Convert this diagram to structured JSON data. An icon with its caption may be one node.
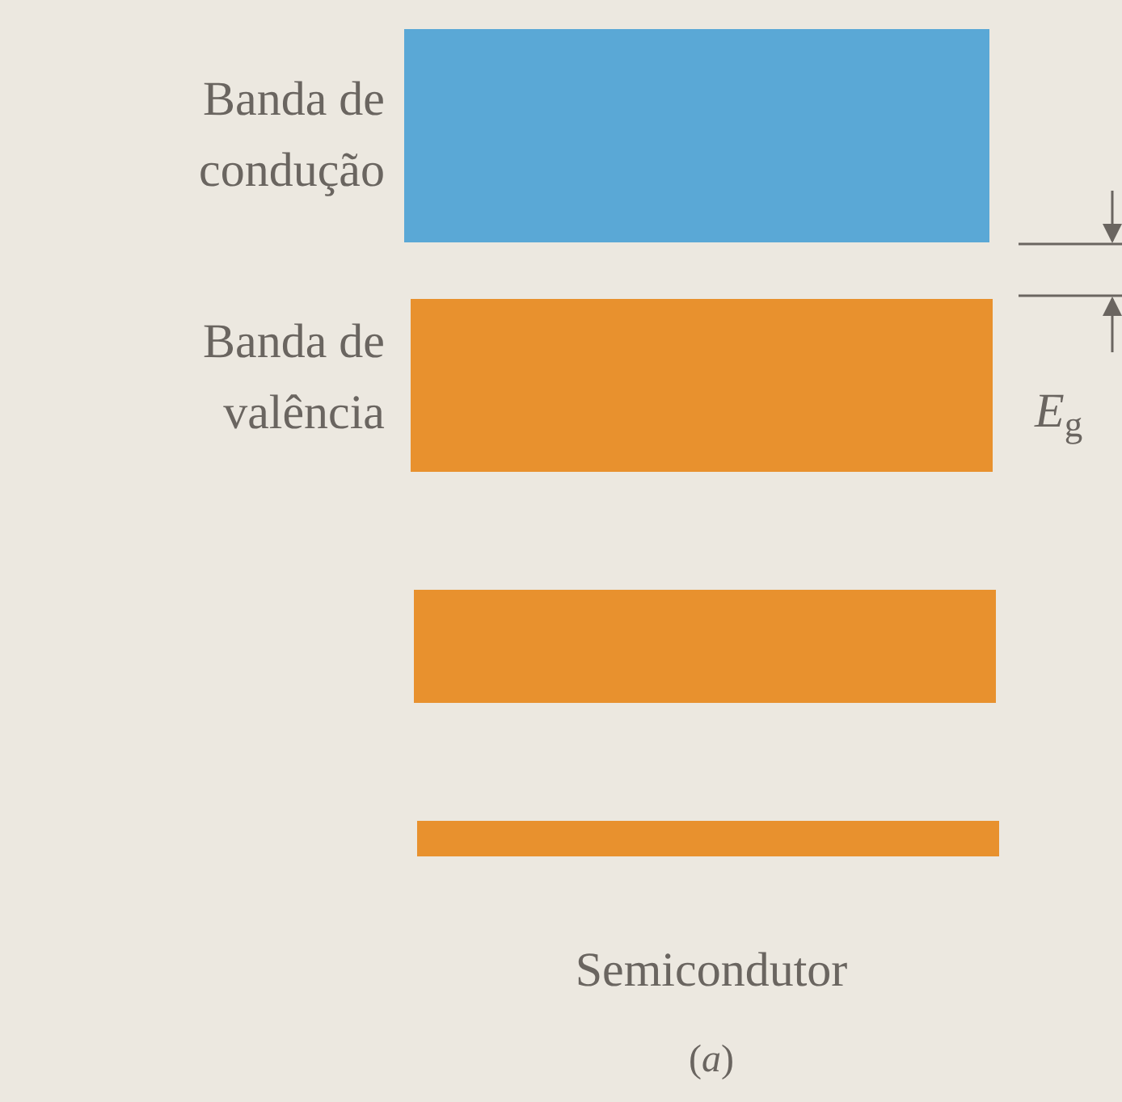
{
  "diagram": {
    "nodes": [
      {
        "text": [],
        "shape": "bar",
        "beside": [
          "Banda de condução"
        ]
      },
      {
        "text": [],
        "shape": "bar",
        "beside": [
          "Banda de valência"
        ]
      },
      {
        "text": [],
        "shape": "bar"
      },
      {
        "text": [],
        "shape": "bar"
      }
    ],
    "labels": [
      "*E*$_{g}$",
      "Semicondutor",
      "(*a*)"
    ]
  }
}
